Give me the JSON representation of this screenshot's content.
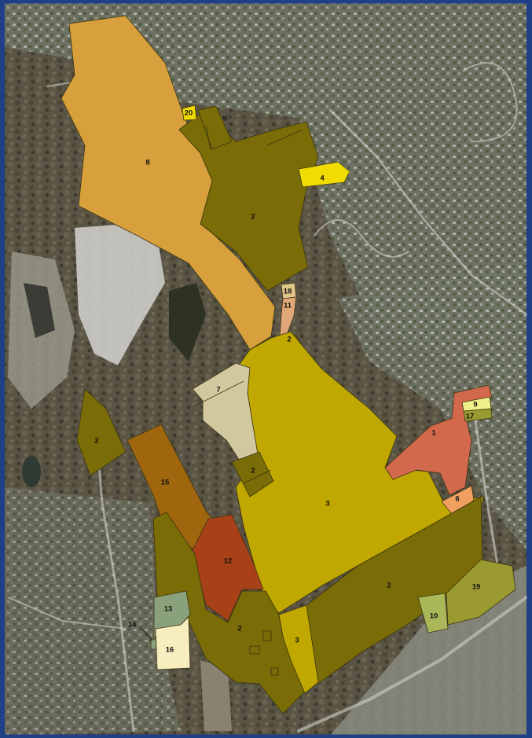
{
  "colors": {
    "frame_blue": "#1f3f86",
    "dark_olive": "#7a6c06",
    "mustard": "#c0a800",
    "light_orange_gold": "#d8a03c",
    "yellow": "#f0dc00",
    "tan": "#d2c8a0",
    "salmon": "#d2694c",
    "peach": "#f0a060",
    "rust": "#a84018",
    "brown": "#a0660e",
    "sage": "#8aa27c",
    "cream": "#f6eebe",
    "lime_olive": "#aab85a",
    "olive_green": "#9a9a30",
    "pale_yellow": "#f0f08a",
    "light_tan": "#e0c48a",
    "peach_tan": "#e0a878"
  },
  "parcels": [
    {
      "id": "parcel-8",
      "label": "8",
      "fill": "#d8a03c"
    },
    {
      "id": "parcel-2-north",
      "label": "2",
      "fill": "#7a6c06"
    },
    {
      "id": "parcel-5",
      "label": "5",
      "fill": "#7a6c06"
    },
    {
      "id": "parcel-20",
      "label": "20",
      "fill": "#f0dc00"
    },
    {
      "id": "parcel-4",
      "label": "4",
      "fill": "#f0dc00"
    },
    {
      "id": "parcel-18",
      "label": "18",
      "fill": "#e0c48a"
    },
    {
      "id": "parcel-11",
      "label": "11",
      "fill": "#e0a878"
    },
    {
      "id": "parcel-2-small",
      "label": "2",
      "fill": "#7a6c06"
    },
    {
      "id": "parcel-3",
      "label": "3",
      "fill": "#c0a800"
    },
    {
      "id": "parcel-7",
      "label": "7",
      "fill": "#d2c8a0"
    },
    {
      "id": "parcel-2-west",
      "label": "2",
      "fill": "#7a6c06"
    },
    {
      "id": "parcel-15",
      "label": "15",
      "fill": "#a0660e"
    },
    {
      "id": "parcel-2-mid",
      "label": "2",
      "fill": "#7a6c06"
    },
    {
      "id": "parcel-1",
      "label": "1",
      "fill": "#d2694c"
    },
    {
      "id": "parcel-9",
      "label": "9",
      "fill": "#f0f08a"
    },
    {
      "id": "parcel-17",
      "label": "17",
      "fill": "#9a9a30"
    },
    {
      "id": "parcel-6",
      "label": "6",
      "fill": "#f0a060"
    },
    {
      "id": "parcel-12",
      "label": "12",
      "fill": "#a84018"
    },
    {
      "id": "parcel-2-southwest",
      "label": "2",
      "fill": "#7a6c06"
    },
    {
      "id": "parcel-2-southeast",
      "label": "2",
      "fill": "#7a6c06"
    },
    {
      "id": "parcel-3-south",
      "label": "3",
      "fill": "#c0a800"
    },
    {
      "id": "parcel-10",
      "label": "10",
      "fill": "#aab85a"
    },
    {
      "id": "parcel-19",
      "label": "19",
      "fill": "#9a9a30"
    },
    {
      "id": "parcel-13",
      "label": "13",
      "fill": "#8aa27c"
    },
    {
      "id": "parcel-16",
      "label": "16",
      "fill": "#f6eebe"
    },
    {
      "id": "parcel-14",
      "label": "14",
      "fill": "#8aa27c"
    }
  ]
}
